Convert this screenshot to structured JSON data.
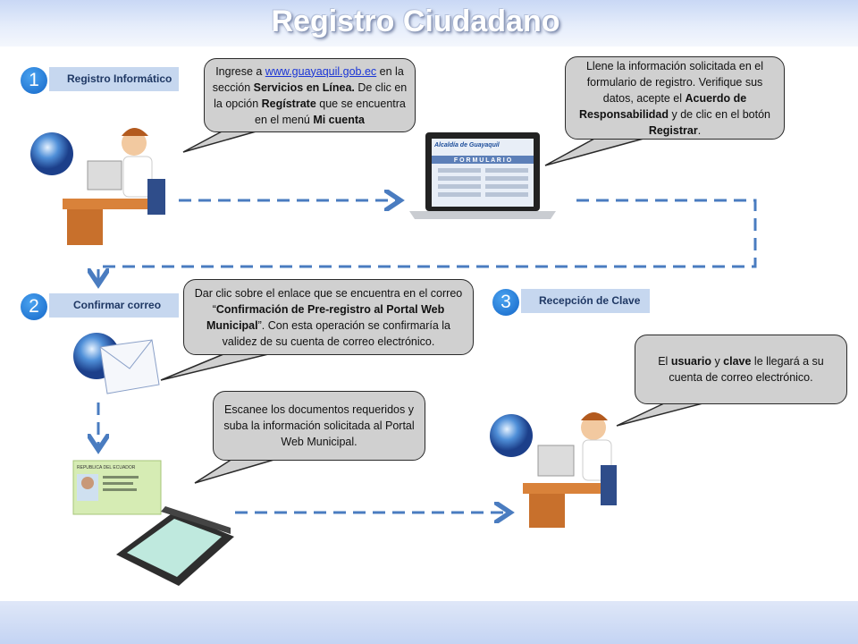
{
  "header": {
    "title": "Registro Ciudadano"
  },
  "steps": [
    {
      "number": "1",
      "label": "Registro Informático"
    },
    {
      "number": "2",
      "label": "Confirmar correo"
    },
    {
      "number": "3",
      "label": "Recepción de Clave"
    }
  ],
  "bubbles": {
    "step1": [
      "Ingrese a ",
      "www.guayaquil.gob.ec",
      " en la sección ",
      "Servicios en Línea.",
      " De clic en la opción ",
      "Regístrate",
      " que se encuentra en el menú ",
      "Mi cuenta"
    ],
    "form": [
      "Llene la información solicitada en el formulario de registro. Verifique sus datos, acepte el ",
      "Acuerdo de Responsabilidad",
      " y de clic en el botón ",
      "Registrar",
      "."
    ],
    "confirm": [
      "Dar clic sobre el enlace que se encuentra en el correo “",
      "Confirmación de Pre-registro al Portal Web Municipal",
      "”.  Con esta operación se confirmaría la validez de su cuenta de correo electrónico."
    ],
    "scan": [
      "Escanee los documentos requeridos y suba la información solicitada al Portal Web Municipal."
    ],
    "key": [
      "El ",
      "usuario",
      " y ",
      "clave",
      " le llegará a su cuenta de correo electrónico."
    ]
  },
  "laptop": {
    "brand": "Alcaldía de Guayaquil",
    "form_title": "F O R M U L A R I O"
  },
  "id_card": {
    "country": "REPUBLICA DEL ECUADOR"
  },
  "colors": {
    "arrow": "#4a7cc0",
    "bubble": "#d0d0d0",
    "label_bg": "#c6d7ef",
    "number": "#1466c8"
  }
}
